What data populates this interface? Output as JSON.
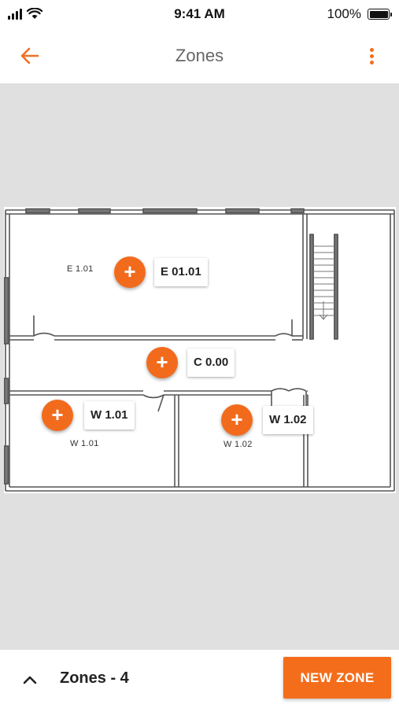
{
  "status_bar": {
    "time": "9:41 AM",
    "battery": "100%",
    "icons": [
      "signal-icon",
      "wifi-icon",
      "battery-icon"
    ]
  },
  "header": {
    "title": "Zones",
    "back_icon": "arrow-left-icon",
    "menu_icon": "more-vertical-icon"
  },
  "floorplan": {
    "zones": [
      {
        "label": "E 01.01",
        "room": "E 1.01"
      },
      {
        "label": "C 0.00",
        "room": ""
      },
      {
        "label": "W 1.01",
        "room": "W 1.01"
      },
      {
        "label": "W 1.02",
        "room": "W 1.02"
      }
    ],
    "pin_icon": "plus-icon"
  },
  "bottom_bar": {
    "zones_count": "Zones - 4",
    "collapse_icon": "chevron-up-icon",
    "new_zone_label": "NEW ZONE"
  },
  "colors": {
    "accent": "#f26b1d",
    "map_background": "#e0e0e1",
    "wall": "#555555"
  }
}
